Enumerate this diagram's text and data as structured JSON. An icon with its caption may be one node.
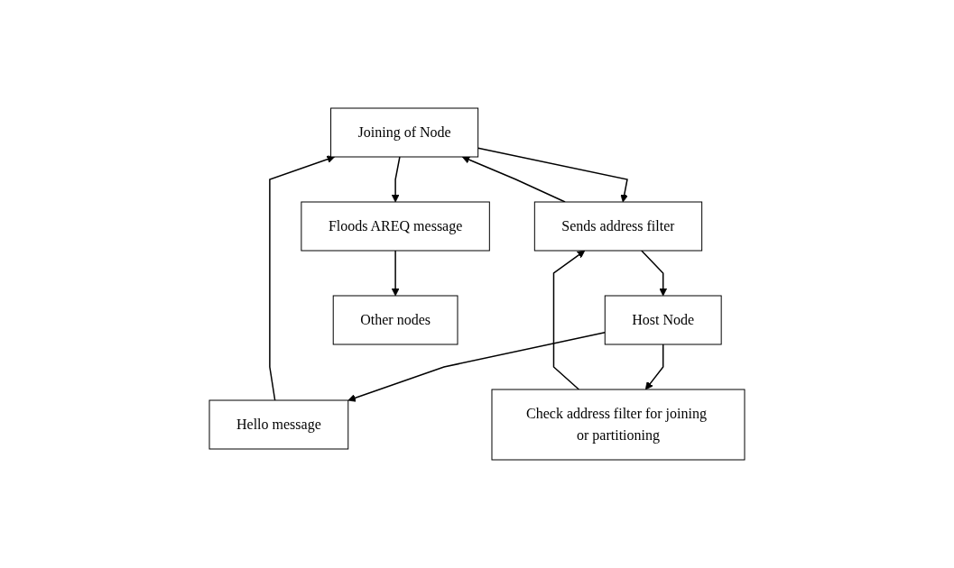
{
  "diagram": {
    "nodes": [
      {
        "text": [
          "Joining of Node"
        ]
      },
      {
        "text": [
          "Hello message"
        ]
      },
      {
        "text": [
          "Floods AREQ message"
        ]
      },
      {
        "text": [
          "Sends address filter"
        ]
      },
      {
        "text": [
          "Host Node"
        ]
      },
      {
        "text": [
          "Other nodes"
        ]
      },
      {
        "text": [
          "Check address filter for joining or partitioning"
        ]
      }
    ],
    "edges": [
      {
        "from": 0,
        "to": 2,
        "arrow": "to"
      },
      {
        "from": 0,
        "to": 3,
        "arrow": "to"
      },
      {
        "from": 1,
        "to": 0,
        "arrow": "to"
      },
      {
        "from": 3,
        "to": 0,
        "arrow": "to"
      },
      {
        "from": 3,
        "to": 4,
        "arrow": "to"
      },
      {
        "from": 4,
        "to": 1,
        "arrow": "to"
      },
      {
        "from": 4,
        "to": 6,
        "arrow": "to"
      },
      {
        "from": 6,
        "to": 3,
        "arrow": "to"
      },
      {
        "from": 2,
        "to": 5,
        "arrow": "to"
      }
    ]
  }
}
